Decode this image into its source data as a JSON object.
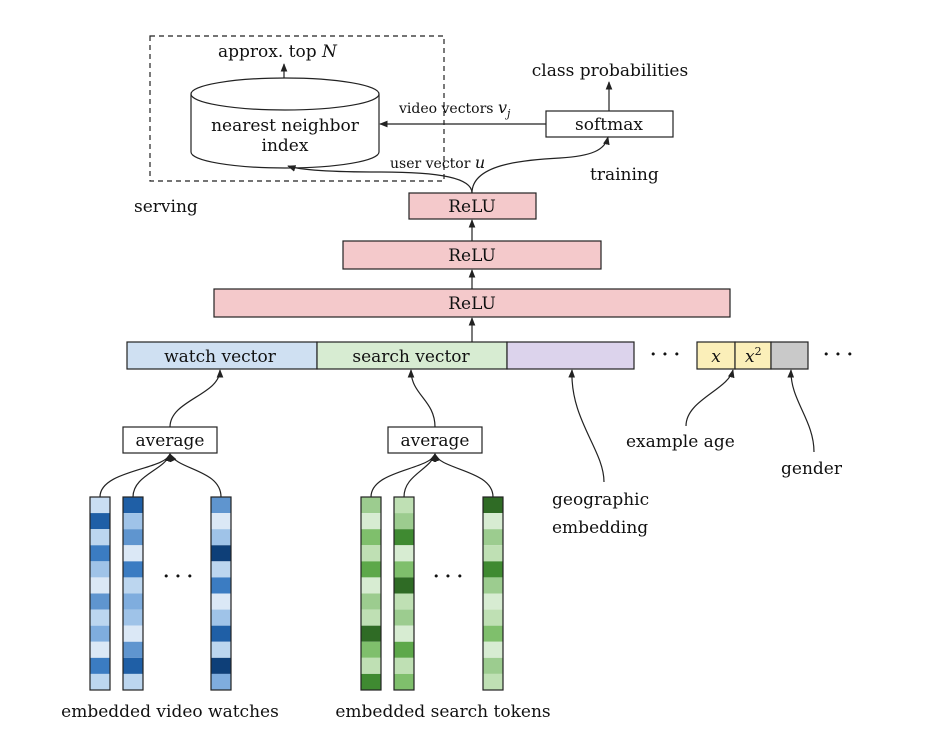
{
  "serving": {
    "top_label": "approx. top N",
    "top_label_prefix": "approx. top ",
    "top_label_var": "N",
    "index_line1": "nearest neighbor",
    "index_line2": "index",
    "region_label": "serving"
  },
  "training": {
    "class_probs": "class probabilities",
    "softmax": "softmax",
    "region_label": "training",
    "video_vectors_prefix": "video vectors ",
    "video_vectors_var": "v",
    "video_vectors_sub": "j",
    "user_vector_prefix": "user vector ",
    "user_vector_var": "u"
  },
  "relu_layers": [
    "ReLU",
    "ReLU",
    "ReLU"
  ],
  "input_layer": {
    "watch": "watch vector",
    "search": "search vector",
    "ellipsis": "· · ·",
    "x": "x",
    "x2_base": "x",
    "x2_exp": "2",
    "trailing_ellipsis": "· · ·"
  },
  "poolers": {
    "watch_avg": "average",
    "search_avg": "average"
  },
  "labels": {
    "geo_line1": "geographic",
    "geo_line2": "embedding",
    "example_age": "example age",
    "gender": "gender",
    "video_watches": "embedded video watches",
    "search_tokens": "embedded search tokens",
    "watch_dots": "· · ·",
    "search_dots": "· · ·"
  },
  "colors": {
    "relu": "#f4c9cb",
    "watch": "#cfe0f2",
    "search": "#d7ecd2",
    "geo": "#dcd3ec",
    "age": "#fbefb9",
    "gender": "#c9c9c9"
  },
  "embeddings": {
    "watch_columns": [
      [
        "#c9def3",
        "#1f5fa6",
        "#bcd6ef",
        "#3b7cc2",
        "#9fc3e8",
        "#dbe8f6",
        "#5f95cf",
        "#bcd6ef",
        "#7fadde",
        "#dbe8f6",
        "#3b7cc2",
        "#bcd6ef"
      ],
      [
        "#1f5fa6",
        "#9fc3e8",
        "#5f95cf",
        "#dbe8f6",
        "#3b7cc2",
        "#bcd6ef",
        "#7fadde",
        "#9fc3e8",
        "#dbe8f6",
        "#5f95cf",
        "#1f5fa6",
        "#bcd6ef"
      ],
      [
        "#5f95cf",
        "#dbe8f6",
        "#9fc3e8",
        "#0e3f78",
        "#bcd6ef",
        "#3b7cc2",
        "#dbe8f6",
        "#9fc3e8",
        "#1f5fa6",
        "#bcd6ef",
        "#0e3f78",
        "#7fadde"
      ]
    ],
    "search_columns": [
      [
        "#9ccc8f",
        "#d7ecd2",
        "#7fbf6c",
        "#bfe0b4",
        "#5da84a",
        "#d7ecd2",
        "#9ccc8f",
        "#bfe0b4",
        "#2f6b25",
        "#7fbf6c",
        "#bfe0b4",
        "#3f8a31"
      ],
      [
        "#bfe0b4",
        "#9ccc8f",
        "#3f8a31",
        "#d7ecd2",
        "#7fbf6c",
        "#2f6b25",
        "#bfe0b4",
        "#9ccc8f",
        "#d7ecd2",
        "#5da84a",
        "#bfe0b4",
        "#7fbf6c"
      ],
      [
        "#2f6b25",
        "#d7ecd2",
        "#9ccc8f",
        "#bfe0b4",
        "#3f8a31",
        "#9ccc8f",
        "#d7ecd2",
        "#bfe0b4",
        "#7fbf6c",
        "#d7ecd2",
        "#9ccc8f",
        "#bfe0b4"
      ]
    ]
  }
}
